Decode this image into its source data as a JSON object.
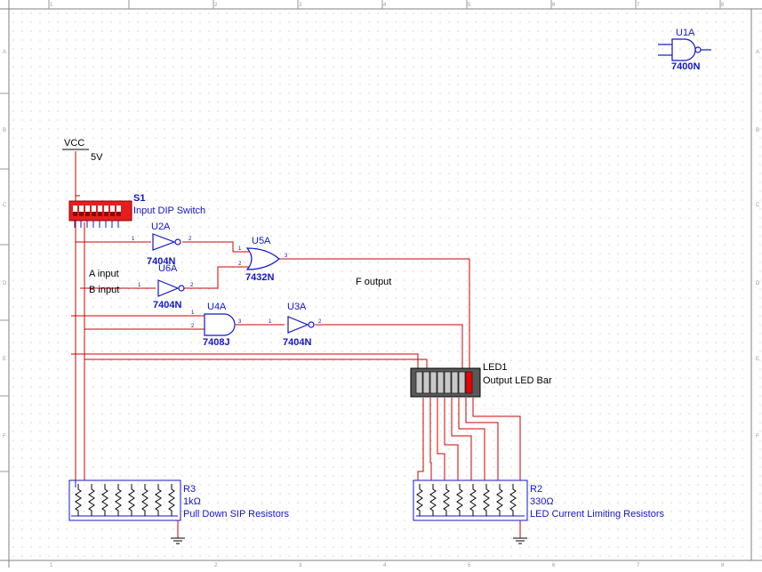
{
  "power": {
    "name": "VCC",
    "voltage": "5V"
  },
  "dip_switch": {
    "ref": "S1",
    "label": "Input DIP Switch"
  },
  "gates": {
    "u1a": {
      "ref": "U1A",
      "part": "7400N"
    },
    "u2a": {
      "ref": "U2A",
      "part": "7404N",
      "pin_in": "1",
      "pin_out": "2"
    },
    "u6a": {
      "ref": "U6A",
      "part": "7404N",
      "pin_in": "1",
      "pin_out": "2"
    },
    "u5a": {
      "ref": "U5A",
      "part": "7432N",
      "pin_in1": "1",
      "pin_in2": "2",
      "pin_out": "3"
    },
    "u4a": {
      "ref": "U4A",
      "part": "7408J",
      "pin_in1": "1",
      "pin_in2": "2",
      "pin_out": "3"
    },
    "u3a": {
      "ref": "U3A",
      "part": "7404N",
      "pin_in": "1",
      "pin_out": "2"
    }
  },
  "net_labels": {
    "a_input": "A input",
    "b_input": "B input",
    "f_output": "F output"
  },
  "led_bar": {
    "ref": "LED1",
    "label": "Output LED Bar"
  },
  "r3": {
    "ref": "R3",
    "value": "1kΩ",
    "label": "Pull Down SIP Resistors"
  },
  "r2": {
    "ref": "R2",
    "value": "330Ω",
    "label": "LED Current Limiting Resistors"
  },
  "colors": {
    "wire": "#cc0000",
    "component": "#1414c8",
    "switch": "#e61e1e",
    "grid": "#bdbdbd",
    "border": "#808080"
  }
}
